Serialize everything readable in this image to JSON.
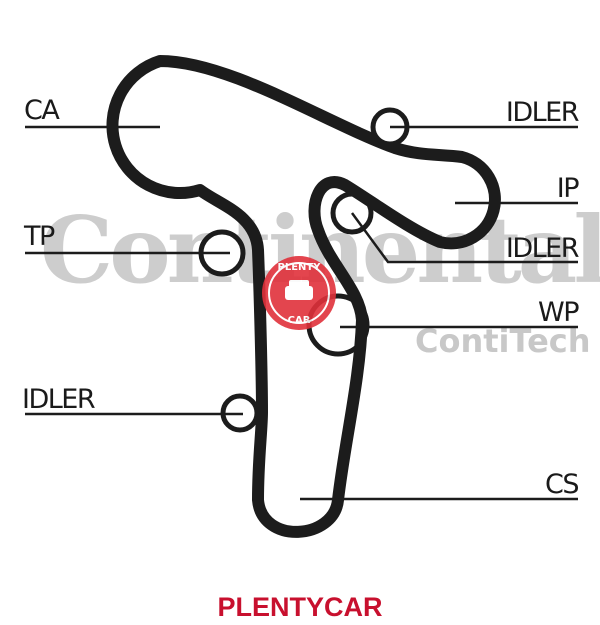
{
  "labels": {
    "ca": "CA",
    "idler_top": "IDLER",
    "ip": "IP",
    "tp": "TP",
    "idler_mid": "IDLER",
    "wp": "WP",
    "idler_low": "IDLER",
    "cs": "CS"
  },
  "watermarks": {
    "continental": "Continental",
    "contitech": "ContiTech",
    "stamp_top": "PLENTY",
    "stamp_bottom": "CAR"
  },
  "brand": {
    "text": "PLENTYCAR",
    "color": "#c8102e"
  },
  "colors": {
    "belt": "#1c1c1c",
    "stamp": "#e0313b"
  }
}
